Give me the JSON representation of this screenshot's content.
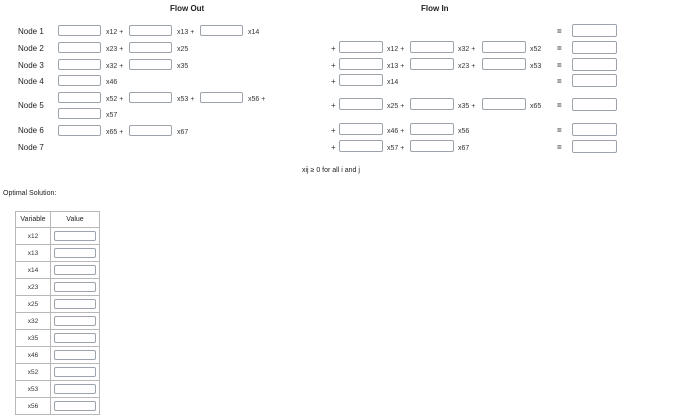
{
  "headers": {
    "flow_out": "Flow Out",
    "flow_in": "Flow In"
  },
  "nodes": [
    "Node 1",
    "Node 2",
    "Node 3",
    "Node 4",
    "Node 5",
    "Node 6",
    "Node 7"
  ],
  "flow_out": {
    "n1": [
      "x12 +",
      "x13 +",
      "x14"
    ],
    "n2": [
      "x23 +",
      "x25"
    ],
    "n3": [
      "x32 +",
      "x35"
    ],
    "n4": [
      "x46"
    ],
    "n5": [
      "x52 +",
      "x53 +",
      "x56 +",
      "x57"
    ],
    "n6": [
      "x65 +",
      "x67"
    ]
  },
  "flow_in": {
    "n2": [
      "x12 +",
      "x32 +",
      "x52"
    ],
    "n3": [
      "x13 +",
      "x23 +",
      "x53"
    ],
    "n4": [
      "x14"
    ],
    "n5": [
      "x25 +",
      "x35 +",
      "x65"
    ],
    "n6": [
      "x46 +",
      "x56"
    ],
    "n7": [
      "x57 +",
      "x67"
    ]
  },
  "ops": {
    "plus": "+",
    "eq": "="
  },
  "constraint_note": "xij ≥ 0 for all i and j",
  "optimal_solution": {
    "label": "Optimal Solution:",
    "col_variable": "Variable",
    "col_value": "Value",
    "variables": [
      "x12",
      "x13",
      "x14",
      "x23",
      "x25",
      "x32",
      "x35",
      "x46",
      "x52",
      "x53",
      "x56"
    ]
  }
}
